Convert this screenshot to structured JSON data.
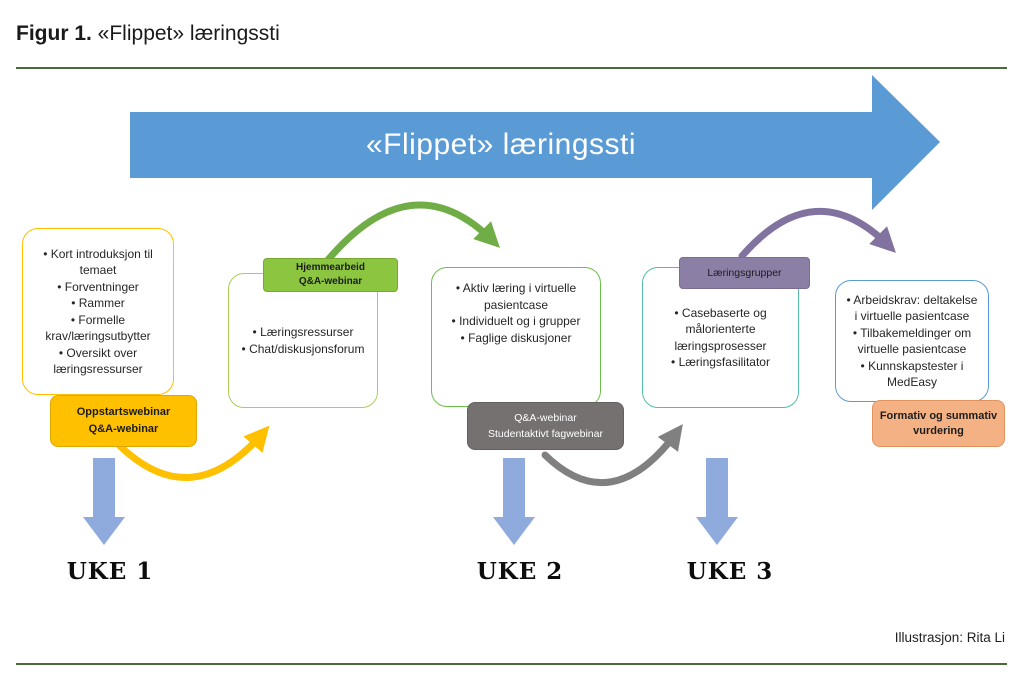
{
  "title": {
    "prefix": "Figur 1.",
    "suffix": " «Flippet» læringssti"
  },
  "banner": {
    "label": "«Flippet» læringssti"
  },
  "credit": "Illustrasjon: Rita Li",
  "stages": [
    {
      "bullets": [
        "Kort introduksjon til temaet",
        "Forventninger",
        "Rammer",
        "Formelle krav/læringsutbytter",
        "Oversikt over læringsressurser"
      ]
    },
    {
      "bullets": [
        "Læringsressurser",
        "Chat/diskusjonsforum"
      ]
    },
    {
      "bullets": [
        "Aktiv læring i virtuelle pasientcase",
        "Individuelt og i grupper",
        "Faglige diskusjoner"
      ]
    },
    {
      "bullets": [
        "Casebaserte og målorienterte læringsprosesser",
        "Læringsfasilitator"
      ]
    },
    {
      "bullets": [
        "Arbeidskrav: deltakelse i virtuelle pasientcase",
        "Tilbakemeldinger om virtuelle pasientcase",
        "Kunnskapstester i MedEasy"
      ]
    }
  ],
  "tags": [
    {
      "lines": [
        "Oppstartswebinar",
        "Q&A-webinar"
      ]
    },
    {
      "lines": [
        "Hjemmearbeid",
        "Q&A-webinar"
      ]
    },
    {
      "lines": [
        "Q&A-webinar",
        "Studentaktivt fagwebinar"
      ]
    },
    {
      "lines": [
        "Læringsgrupper"
      ]
    },
    {
      "lines": [
        "Formativ og summativ vurdering"
      ]
    }
  ],
  "weeks": [
    "UKE 1",
    "UKE 2",
    "UKE 3"
  ],
  "colors": {
    "banner-blue": "#5B9BD5",
    "down-arrow-blue": "#8FAADC",
    "rule-green": "#4A6B35",
    "yellow": "#FFC000",
    "yellow-border": "#DFA800",
    "green-fill": "#8CC540",
    "green-border-dark": "#76A832",
    "green-arrow": "#70AD47",
    "box2-border": "#A9CE58",
    "box3-border": "#6CC04A",
    "teal-border": "#55BCAC",
    "blue-border": "#5B9BD5",
    "gray-fill": "#767171",
    "gray-border": "#636060",
    "gray-arrow": "#808080",
    "purple-fill": "#8C7FA6",
    "purple-border": "#7A6C94",
    "purple-arrow": "#8172A0",
    "orange-fill": "#F4B183",
    "orange-border": "#E0935E"
  }
}
